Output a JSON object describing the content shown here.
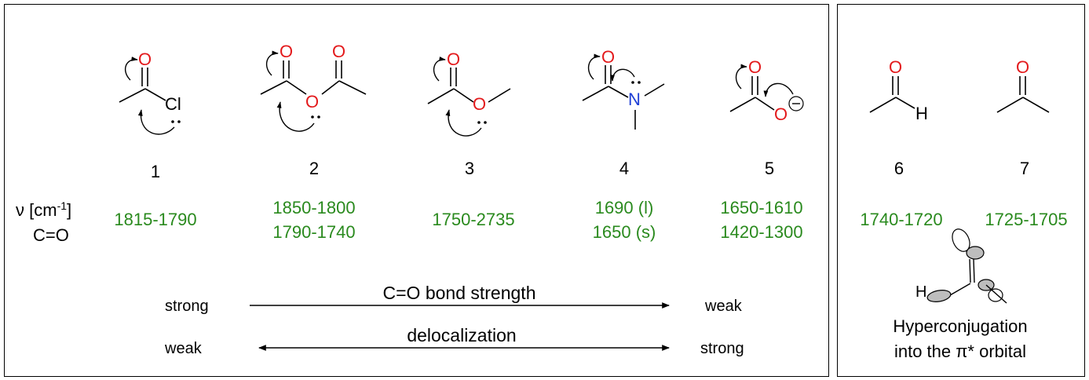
{
  "axis_label": {
    "line1": "ν [cm",
    "sup": "-1",
    "line1_end": "]",
    "line2": "C=O"
  },
  "compounds": [
    {
      "number": "1",
      "freq_lines": [
        "1815-1790"
      ]
    },
    {
      "number": "2",
      "freq_lines": [
        "1850-1800",
        "1790-1740"
      ]
    },
    {
      "number": "3",
      "freq_lines": [
        "1750-2735"
      ]
    },
    {
      "number": "4",
      "freq_lines": [
        "1690 (l)",
        "1650 (s)"
      ]
    },
    {
      "number": "5",
      "freq_lines": [
        "1650-1610",
        "1420-1300"
      ]
    },
    {
      "number": "6",
      "freq_lines": [
        "1740-1720"
      ]
    },
    {
      "number": "7",
      "freq_lines": [
        "1725-1705"
      ]
    }
  ],
  "atoms": {
    "O": "O",
    "Cl": "Cl",
    "N": "N",
    "H": "H",
    "charge": "⊖"
  },
  "trends": {
    "row1": {
      "left": "strong",
      "center": "C=O  bond strength",
      "right": "weak"
    },
    "row2": {
      "left": "weak",
      "center": "delocalization",
      "right": "strong"
    }
  },
  "side_caption": {
    "line1": "Hyperconjugation",
    "line2": "into the π* orbital"
  },
  "colors": {
    "oxygen": "#e31a1c",
    "nitrogen": "#1f3fd6",
    "frequency": "#2a8a1e"
  }
}
